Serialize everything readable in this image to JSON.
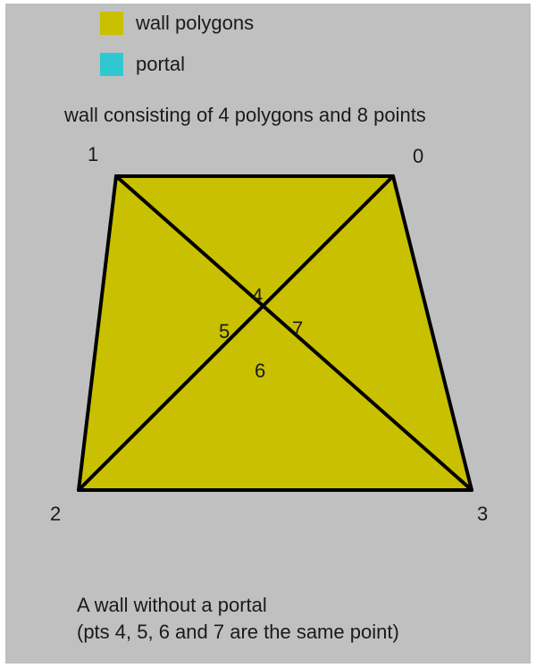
{
  "legend": {
    "items": [
      {
        "label": "wall polygons",
        "color": "#c8c000"
      },
      {
        "label": "portal",
        "color": "#30c8d0"
      }
    ]
  },
  "diagram": {
    "title": "wall consisting of 4 polygons and 8 points",
    "fill_color": "#c8c000",
    "line_color": "#000000",
    "corner_labels": [
      "0",
      "1",
      "2",
      "3"
    ],
    "center_labels": [
      "4",
      "5",
      "6",
      "7"
    ]
  },
  "caption": {
    "line1": "A wall without a portal",
    "line2": "(pts 4, 5, 6 and 7 are the same point)"
  }
}
